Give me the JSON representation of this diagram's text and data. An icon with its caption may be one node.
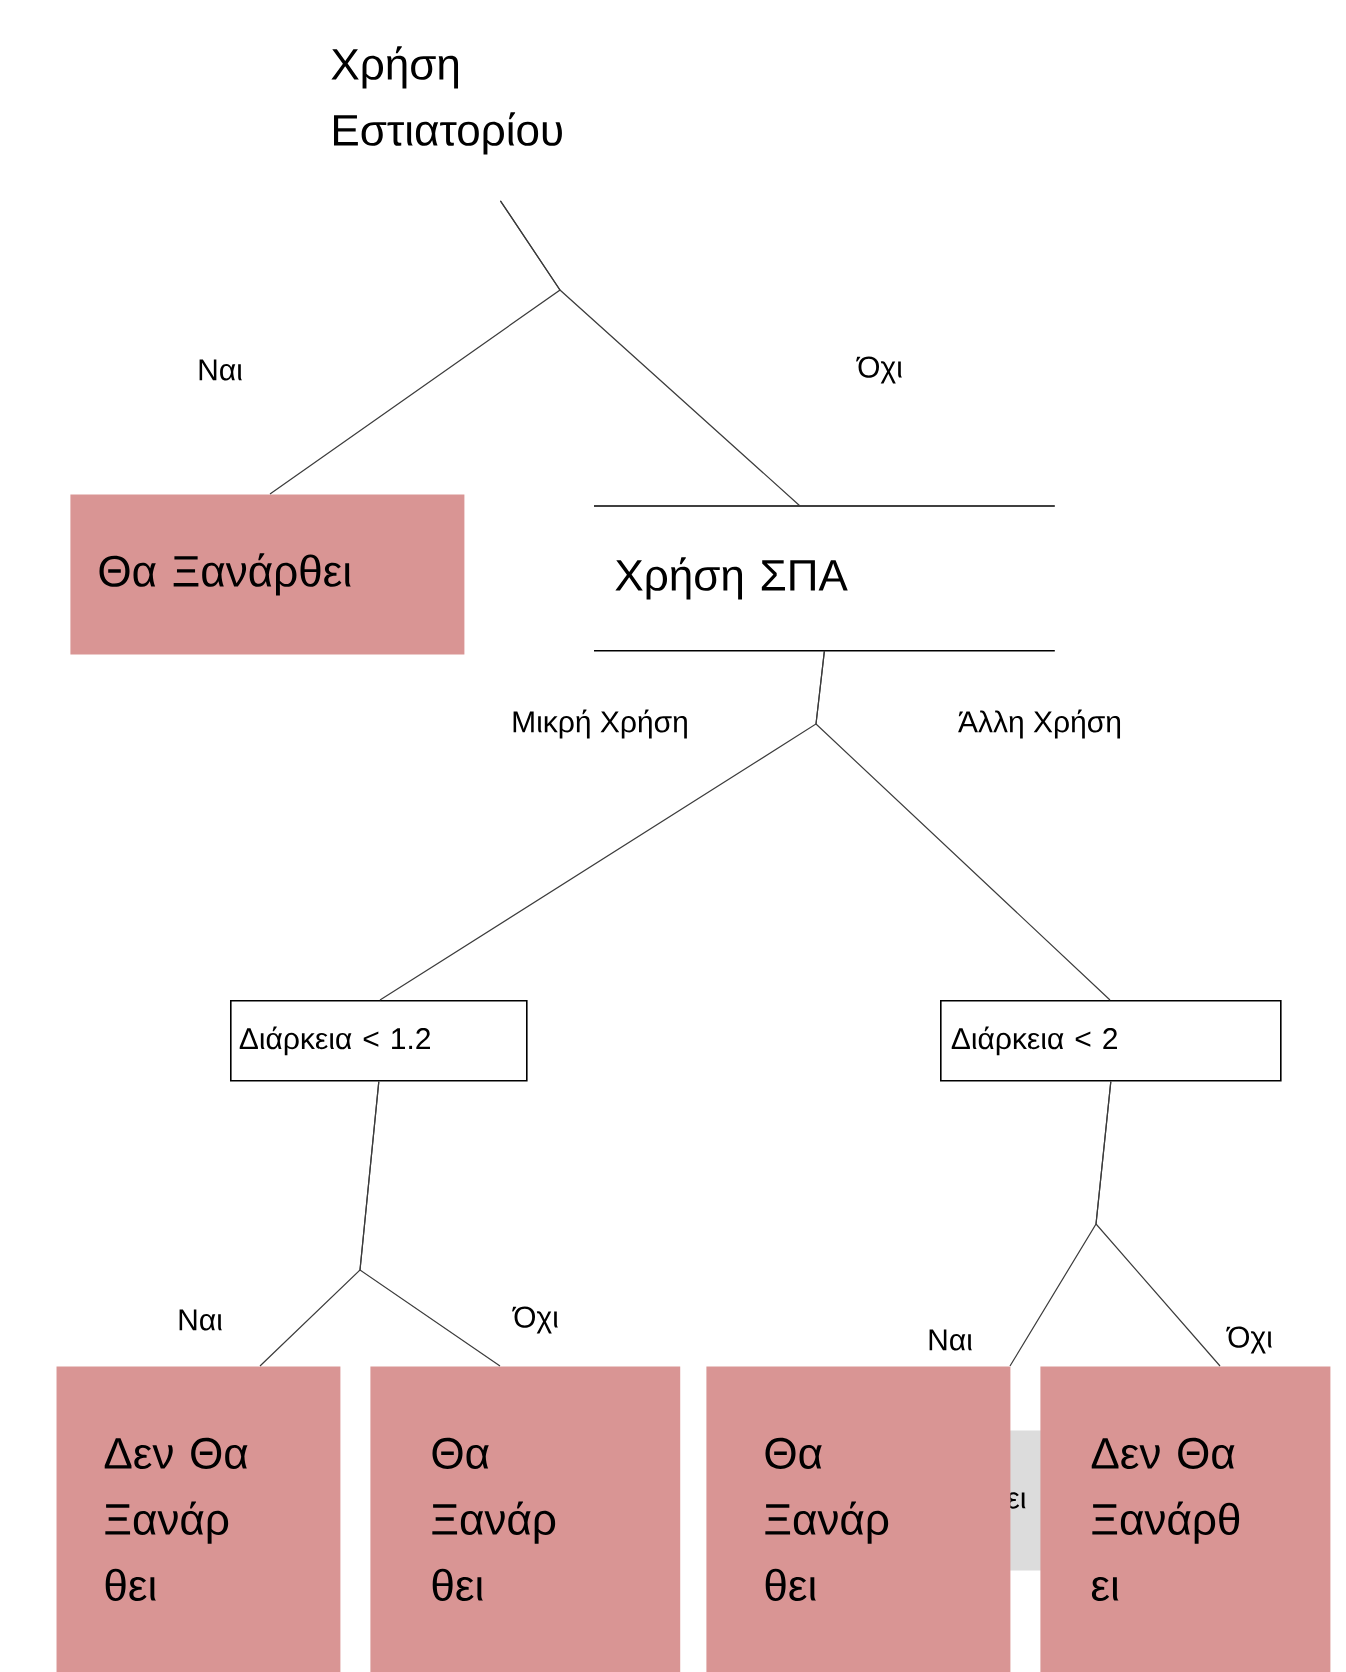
{
  "diagram": {
    "nodes": [
      {
        "text": [
          "Χρήση Εστιατορίου"
        ]
      },
      {
        "text": [
          "Θα Ξανάρθει"
        ]
      },
      {
        "text": [
          "Χρήση ΣΠΑ"
        ]
      },
      {
        "text": [
          "Διάρκεια < 1.2"
        ]
      },
      {
        "text": [
          "Διάρκεια < 2"
        ]
      },
      {
        "text": [
          "Δεν Θα Ξανάρ θει"
        ]
      },
      {
        "text": [
          "Θα Ξανάρ θει"
        ]
      },
      {
        "text": [
          "ει"
        ]
      },
      {
        "text": [
          "Θα Ξανάρ θει"
        ]
      },
      {
        "text": [
          "Δεν Θα Ξανάρθ ει"
        ]
      }
    ],
    "edges": [
      {
        "from": 0,
        "to": 1,
        "arrow": "none",
        "label": "Ναι"
      },
      {
        "from": 0,
        "to": 2,
        "arrow": "none",
        "label": "Όχι"
      },
      {
        "from": 2,
        "to": 3,
        "arrow": "none",
        "label": "Μικρή Χρήση"
      },
      {
        "from": 2,
        "to": 4,
        "arrow": "none",
        "label": "Άλλη Χρήση"
      },
      {
        "from": 3,
        "to": 5,
        "arrow": "none",
        "label": "Ναι"
      },
      {
        "from": 3,
        "to": 6,
        "arrow": "none",
        "label": "Όχι"
      },
      {
        "from": 4,
        "to": 8,
        "arrow": "none",
        "label": "Ναι"
      },
      {
        "from": 4,
        "to": 9,
        "arrow": "none",
        "label": "Όχι"
      }
    ]
  }
}
